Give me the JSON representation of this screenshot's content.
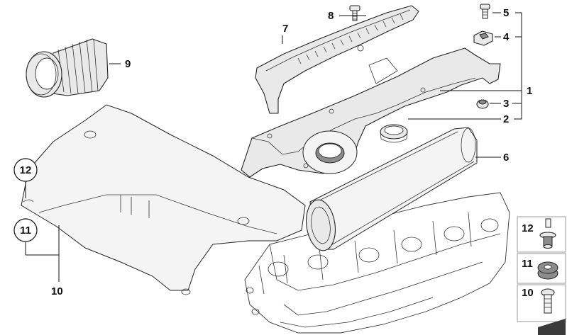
{
  "callouts": {
    "c1": "1",
    "c2": "2",
    "c3": "3",
    "c4": "4",
    "c5": "5",
    "c6": "6",
    "c7": "7",
    "c8": "8",
    "c9": "9",
    "c10": "10",
    "c11": "11",
    "c12": "12"
  },
  "legend": {
    "l12": "12",
    "l11": "11",
    "l10": "10"
  }
}
